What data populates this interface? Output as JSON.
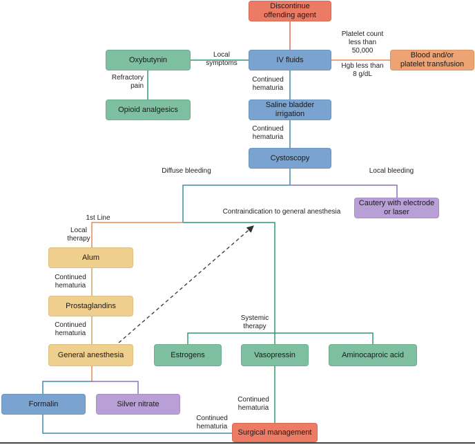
{
  "nodes": {
    "discontinue": "Discontinue\noffending agent",
    "iv_fluids": "IV fluids",
    "oxybutynin": "Oxybutynin",
    "opioid": "Opioid analgesics",
    "transfusion": "Blood and/or\nplatelet transfusion",
    "saline": "Saline bladder irrigation",
    "cystoscopy": "Cystoscopy",
    "cautery": "Cautery with electrode\nor laser",
    "alum": "Alum",
    "prostaglandins": "Prostaglandins",
    "general_anesthesia": "General anesthesia",
    "estrogens": "Estrogens",
    "vasopressin": "Vasopressin",
    "aminocaproic": "Aminocaproic acid",
    "formalin": "Formalin",
    "silver_nitrate": "Silver nitrate",
    "surgical": "Surgical management"
  },
  "labels": {
    "local_symptoms": "Local\nsymptoms",
    "refractory_pain": "Refractory\npain",
    "platelet": "Platelet count\nless than\n50,000",
    "hgb": "Hgb less than\n8 g/dL",
    "continued_1": "Continued\nhematuria",
    "continued_2": "Continued\nhematuria",
    "diffuse": "Diffuse bleeding",
    "local_bleeding": "Local bleeding",
    "contraindication": "Contraindication to general anesthesia",
    "first_line": "1st  Line",
    "local_therapy": "Local\ntherapy",
    "continued_3": "Continued\nhematuria",
    "continued_4": "Continued\nhematuria",
    "systemic": "Systemic\ntherapy",
    "continued_5": "Continued\nhematuria",
    "continued_6": "Continued\nhematuria"
  },
  "colors": {
    "red": "#ec7b65",
    "blue": "#7aa3cf",
    "green": "#7ebfa0",
    "orange": "#eda374",
    "purple": "#b8a0d6",
    "yellow": "#efcf8e",
    "line_teal": "#3f8aa8",
    "line_green": "#2f9a6e",
    "line_purple": "#8a6fbf",
    "line_orange": "#e08a50"
  }
}
